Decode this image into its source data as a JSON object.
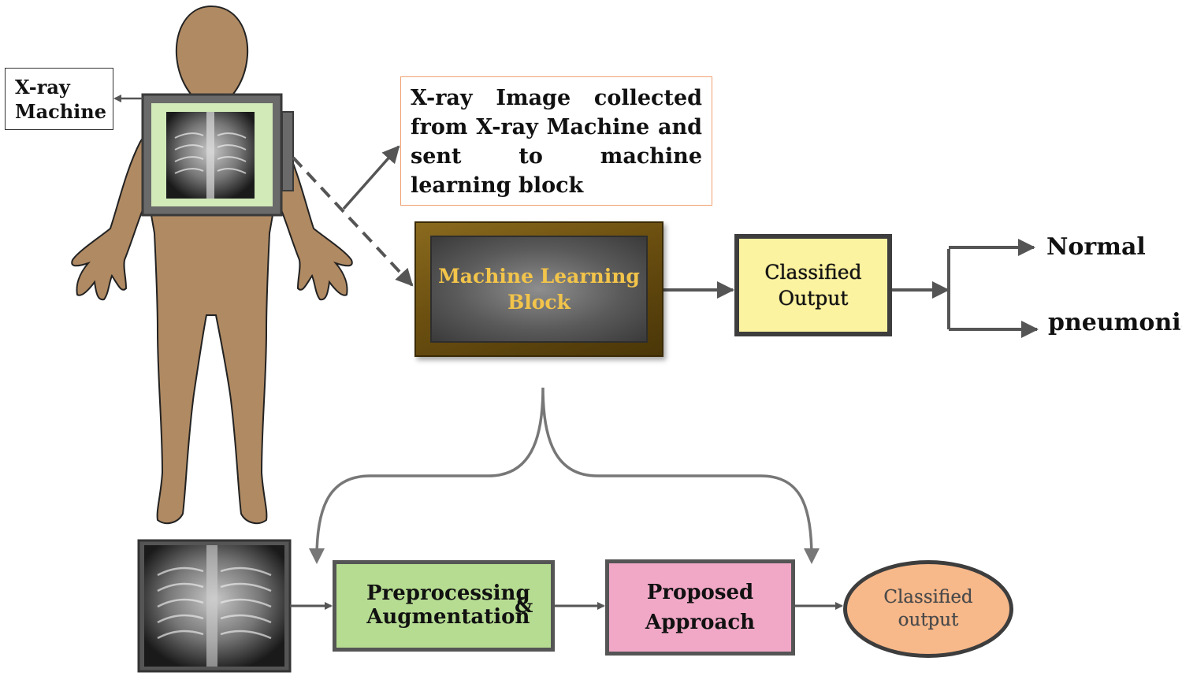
{
  "xray_machine": {
    "line1": "X-ray",
    "line2": "Machine"
  },
  "caption": {
    "text": "X-ray Image collected from X-ray Machine and sent to machine learning block"
  },
  "ml_block": {
    "line1": "Machine Learning",
    "line2": "Block"
  },
  "classified_block": {
    "line1": "Classified",
    "line2": "Output"
  },
  "outputs": {
    "normal": "Normal",
    "pneumonia": "pneumonia"
  },
  "preprocessing": {
    "line1": "Preprocessing",
    "line2": "Augmentation",
    "amp": "&"
  },
  "proposed": {
    "line1": "Proposed",
    "line2": "Approach"
  },
  "final_output": {
    "line1": "Classified",
    "line2": "output"
  },
  "colors": {
    "body": "#b08a63",
    "ml_text": "#f2c44a",
    "classified_fill": "#fbf3a0",
    "prep_fill": "#b6dc92",
    "proposed_fill": "#f1a8c6",
    "ellipse_fill": "#f7b88a",
    "caption_border": "#f0a070"
  },
  "icons": {
    "xray_image": "chest-xray-icon",
    "human": "human-silhouette-icon"
  }
}
